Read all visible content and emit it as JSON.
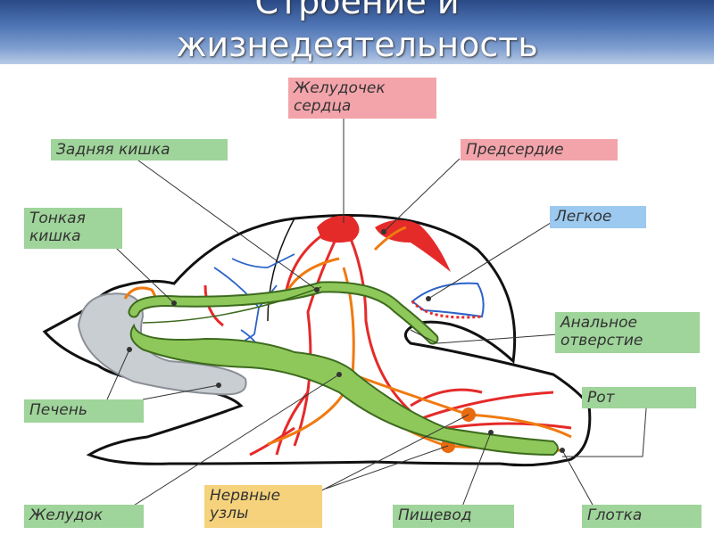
{
  "title": "Строение и\nжизнедеятельность",
  "labels": {
    "ventricle": "Желудочек\nсердца",
    "hindgut": "Задняя кишка",
    "atrium": "Предсердие",
    "small_intestine": "Тонкая\nкишка",
    "lung": "Легкое",
    "anus": "Анальное\nотверстие",
    "liver": "Печень",
    "mouth": "Рот",
    "stomach": "Желудок",
    "nerve_ganglia": "Нервные\nузлы",
    "esophagus": "Пищевод",
    "pharynx": "Глотка"
  },
  "colors": {
    "green_label": "#9fd49a",
    "pink_label": "#f3a4ab",
    "blue_label": "#9cc9ef",
    "yellow_label": "#f6d27c",
    "digestive": "#8fc85a",
    "arteries": "#e52a2a",
    "veins": "#2a62c9",
    "nerves": "#f07a10",
    "liver": "#c9ced3"
  }
}
